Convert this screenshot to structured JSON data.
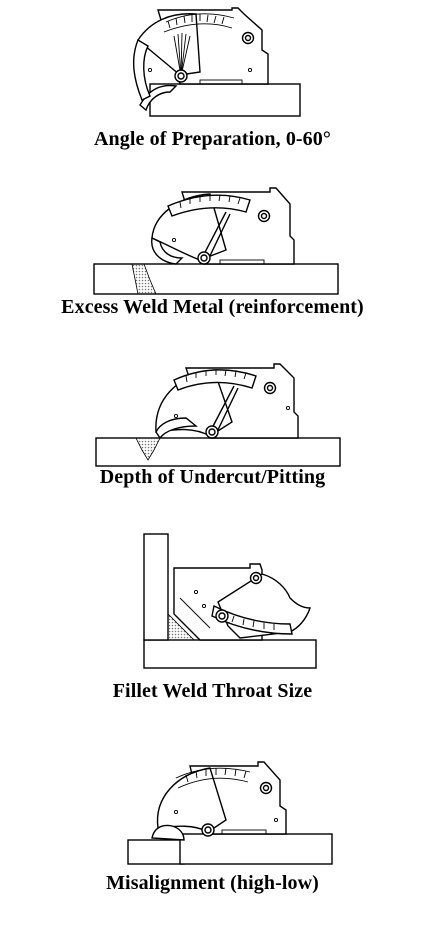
{
  "captions": [
    "Angle of Preparation, 0-60°",
    "Excess Weld Metal (reinforcement)",
    "Depth of Undercut/Pitting",
    "Fillet Weld Throat Size",
    "Misalignment (high-low)"
  ],
  "icons": [
    "weld-gauge-icon",
    "weld-gauge-icon",
    "weld-gauge-icon",
    "weld-gauge-icon",
    "weld-gauge-icon"
  ],
  "colors": {
    "ink": "#000000",
    "background": "#ffffff",
    "hatch": "#888888"
  }
}
